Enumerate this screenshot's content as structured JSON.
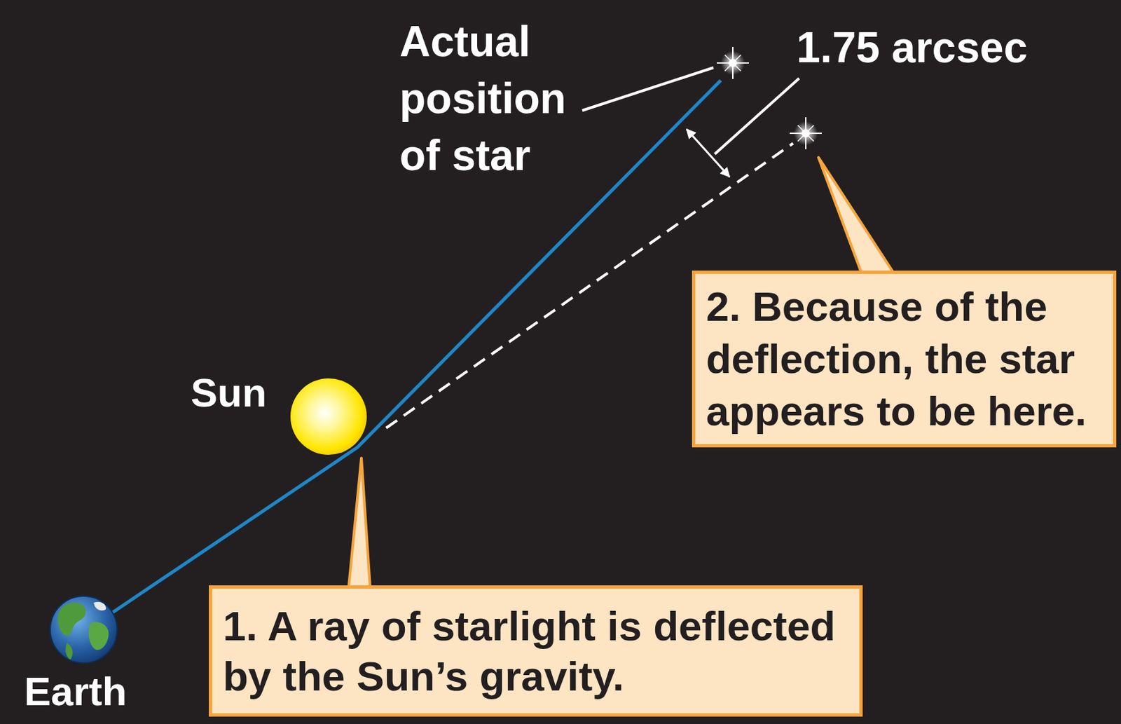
{
  "diagram": {
    "nodes": [
      {
        "text": [
          "1. A ray of starlight is deflected by the Sun’s gravity."
        ]
      },
      {
        "text": [
          "2. Because of the deflection, the star appears to be here."
        ]
      }
    ],
    "labels": [
      "Actual position of star",
      "1.75 arcsec",
      "Sun",
      "Earth"
    ]
  }
}
